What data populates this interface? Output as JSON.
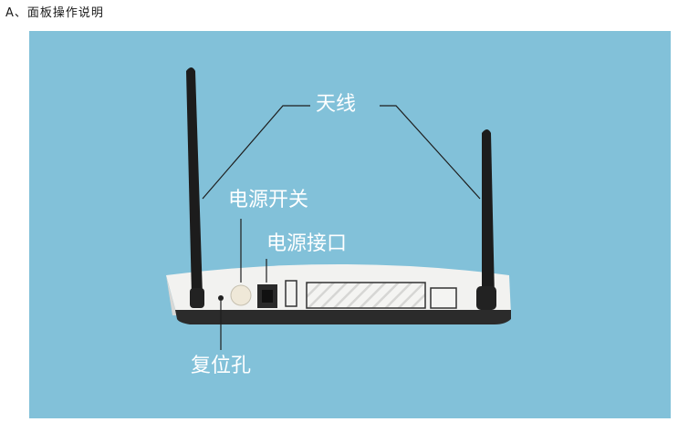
{
  "page": {
    "heading": "A、面板操作说明"
  },
  "figure": {
    "labels": {
      "antenna": "天线",
      "power_switch": "电源开关",
      "power_jack": "电源接口",
      "reset_hole": "复位孔"
    },
    "colors": {
      "background": "#82c1d9",
      "router_body": "#f2f2f0",
      "router_base": "#2b2b2b",
      "antenna": "#1c1c1c",
      "label_text": "#ffffff"
    }
  }
}
